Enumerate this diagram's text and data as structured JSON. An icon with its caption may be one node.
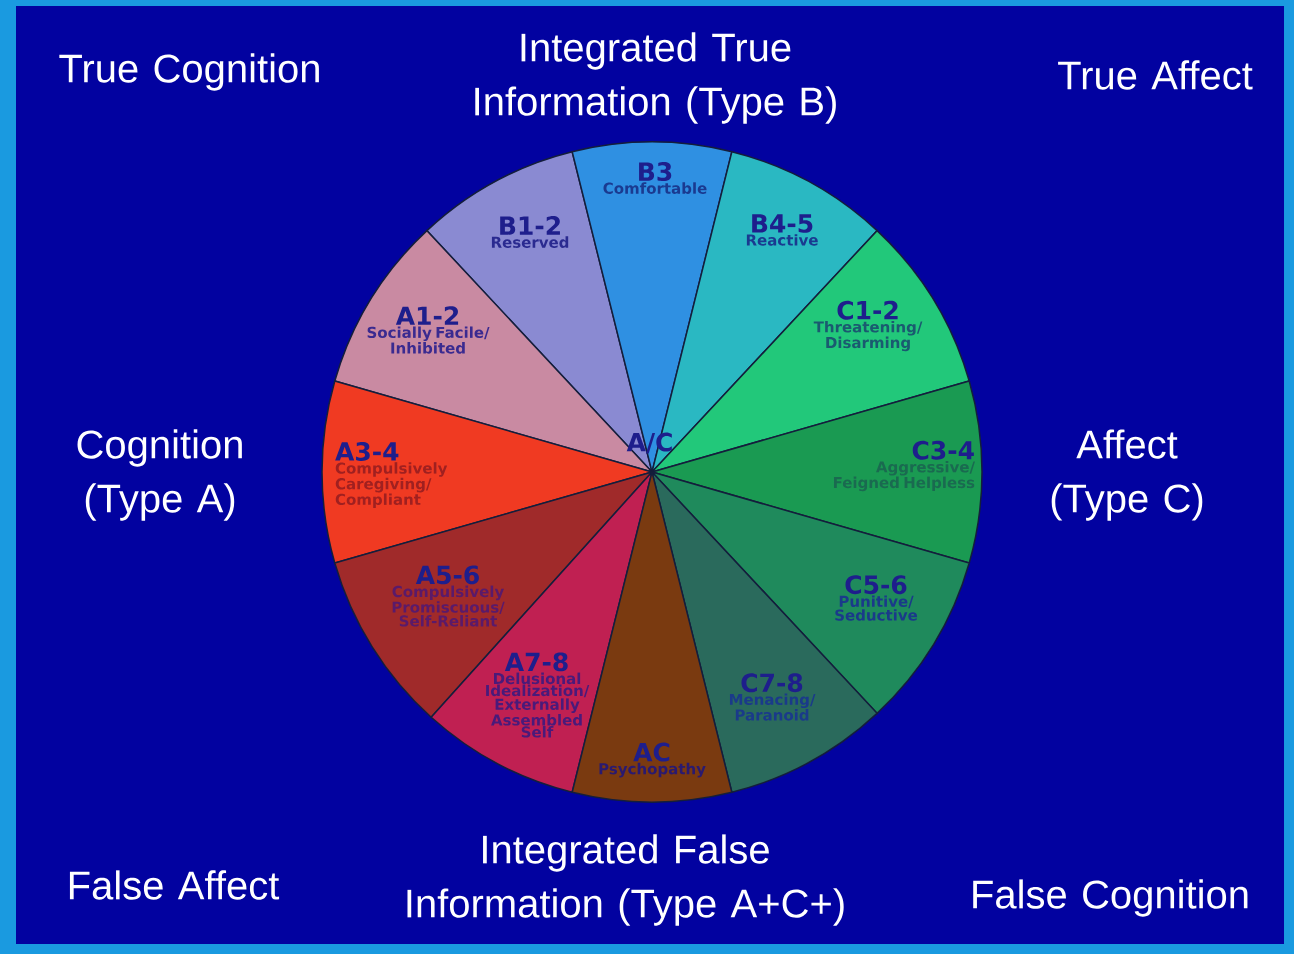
{
  "diagram": {
    "nodes": [
      {
        "text": [
          "B1-2",
          "Reserved"
        ]
      },
      {
        "text": [
          "B3",
          "Comfortable"
        ]
      },
      {
        "text": [
          "B4-5",
          "Reactive"
        ]
      },
      {
        "text": [
          "A1-2",
          "Socially Facile/ Inhibited"
        ]
      },
      {
        "text": [
          "C1-2",
          "Threatening/ Disarming"
        ]
      },
      {
        "text": [
          "A3-4",
          "Compulsively Caregiving/ Compliant"
        ]
      },
      {
        "text": [
          "C3-4",
          "Aggressive/ Feigned Helpless"
        ]
      },
      {
        "text": [
          "A5-6",
          "Compulsively Promiscuous/ Self-Reliant"
        ]
      },
      {
        "text": [
          "C5-6",
          "Punitive/ Seductive"
        ]
      },
      {
        "text": [
          "A7-8",
          "Delusional Idealization/ Externally Assembled Self"
        ]
      },
      {
        "text": [
          "C7-8",
          "Menacing/ Paranoid"
        ]
      },
      {
        "text": [
          "AC",
          "Psychopathy"
        ]
      }
    ],
    "labels": [
      "True Cognition",
      "Integrated True Information (Type B)",
      "True Affect",
      "Cognition (Type A)",
      "A/C",
      "Affect (Type C)",
      "False Affect",
      "Integrated False Information (Type A+C+)",
      "False Cognition"
    ]
  }
}
